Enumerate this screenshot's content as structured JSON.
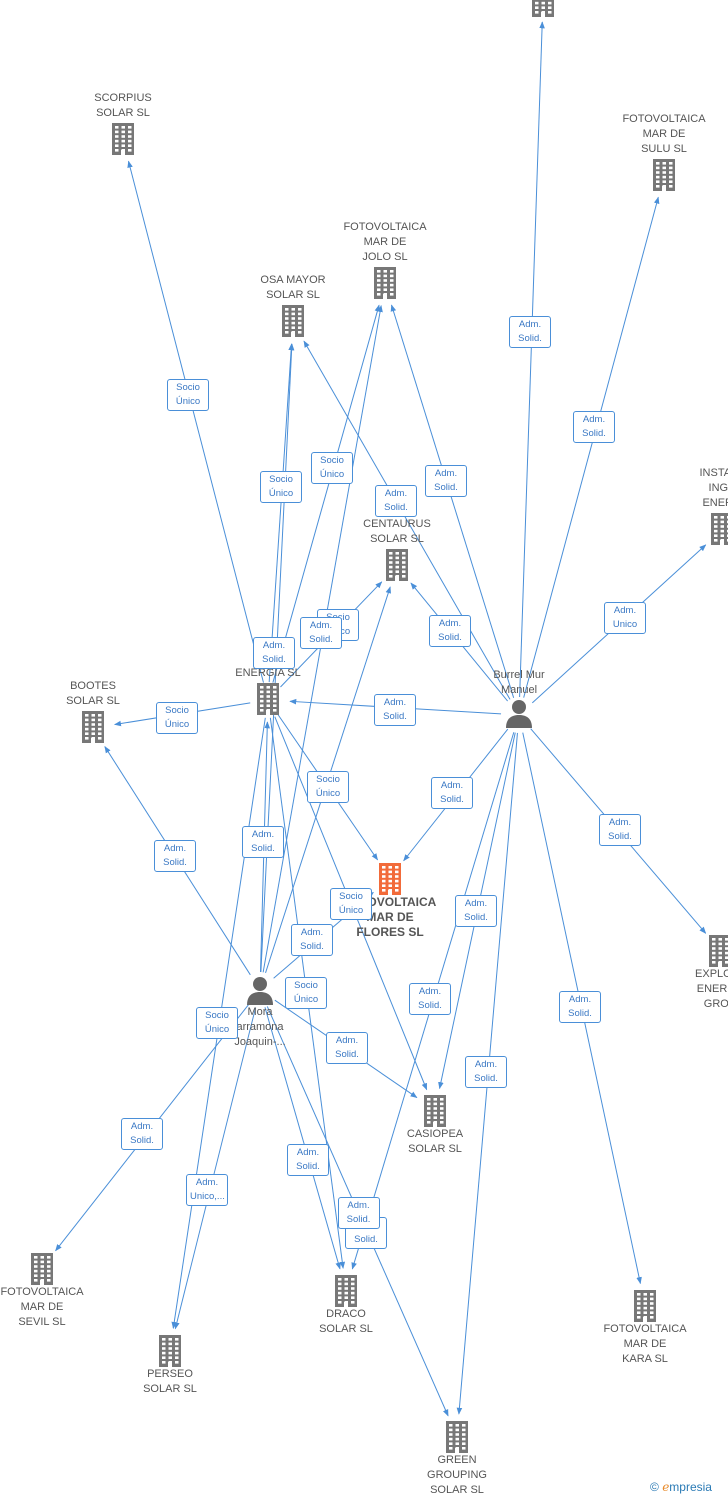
{
  "colors": {
    "edge": "#4a8fd8",
    "building": "#777777",
    "main_building": "#f26b3a",
    "person": "#666666"
  },
  "nodes": [
    {
      "id": "flores",
      "kind": "company",
      "main": true,
      "label": "FOTOVOLTAICA\nMAR DE\nFLORES  SL"
    },
    {
      "id": "scorpius",
      "kind": "company",
      "label": "SCORPIUS\nSOLAR  SL"
    },
    {
      "id": "sulu",
      "kind": "company",
      "label": "FOTOVOLTAICA\nMAR DE\nSULU  SL"
    },
    {
      "id": "jolo",
      "kind": "company",
      "label": "FOTOVOLTAICA\nMAR DE\nJOLO  SL"
    },
    {
      "id": "osa",
      "kind": "company",
      "label": "OSA MAYOR\nSOLAR  SL"
    },
    {
      "id": "centaurus",
      "kind": "company",
      "label": "CENTAURUS\nSOLAR  SL"
    },
    {
      "id": "instala",
      "kind": "company",
      "label": "INSTALA\nINGE\nENERG"
    },
    {
      "id": "green_energia",
      "kind": "company",
      "label": "G\nGR\nENERGIA SL"
    },
    {
      "id": "bootes",
      "kind": "company",
      "label": "BOOTES\nSOLAR  SL"
    },
    {
      "id": "burrel",
      "kind": "person",
      "label": "Burrel Mur\nManuel"
    },
    {
      "id": "explota",
      "kind": "company",
      "label": "EXPLOTA\nENERGE\nGROS"
    },
    {
      "id": "mora",
      "kind": "person",
      "label": "Mora\narramona\nJoaquin-..."
    },
    {
      "id": "casiopea",
      "kind": "company",
      "label": "CASIOPEA\nSOLAR  SL"
    },
    {
      "id": "sevil",
      "kind": "company",
      "label": "FOTOVOLTAICA\nMAR DE\nSEVIL  SL"
    },
    {
      "id": "perseo",
      "kind": "company",
      "label": "PERSEO\nSOLAR  SL"
    },
    {
      "id": "draco",
      "kind": "company",
      "label": "DRACO\nSOLAR  SL"
    },
    {
      "id": "kara",
      "kind": "company",
      "label": "FOTOVOLTAICA\nMAR DE\nKARA  SL"
    },
    {
      "id": "green_grouping",
      "kind": "company",
      "label": "GREEN\nGROUPING\nSOLAR  SL"
    },
    {
      "id": "top",
      "kind": "company",
      "label": ""
    }
  ],
  "edges": [
    {
      "from": "burrel",
      "to": "top",
      "label": "Adm.\nSolid."
    },
    {
      "from": "burrel",
      "to": "sulu",
      "label": "Adm.\nSolid."
    },
    {
      "from": "burrel",
      "to": "instala",
      "label": "Adm.\nUnico"
    },
    {
      "from": "burrel",
      "to": "jolo",
      "label": "Adm.\nSolid."
    },
    {
      "from": "burrel",
      "to": "osa",
      "label": "Adm.\nSolid."
    },
    {
      "from": "burrel",
      "to": "centaurus",
      "label": "Adm.\nSolid."
    },
    {
      "from": "burrel",
      "to": "green_energia",
      "label": "Adm.\nSolid."
    },
    {
      "from": "burrel",
      "to": "flores",
      "label": "Adm.\nSolid."
    },
    {
      "from": "burrel",
      "to": "explota",
      "label": "Adm.\nSolid."
    },
    {
      "from": "burrel",
      "to": "casiopea",
      "label": "Adm.\nSolid."
    },
    {
      "from": "burrel",
      "to": "draco",
      "label": "Adm.\nSolid."
    },
    {
      "from": "burrel",
      "to": "green_grouping",
      "label": "Adm.\nSolid."
    },
    {
      "from": "burrel",
      "to": "kara",
      "label": "Adm.\nSolid."
    },
    {
      "from": "green_energia",
      "to": "scorpius",
      "label": "Socio\nÚnico"
    },
    {
      "from": "green_energia",
      "to": "osa",
      "label": "Socio\nÚnico"
    },
    {
      "from": "green_energia",
      "to": "jolo",
      "label": "Socio\nÚnico"
    },
    {
      "from": "green_energia",
      "to": "centaurus",
      "label": "Socio\nÚnico"
    },
    {
      "from": "green_energia",
      "to": "bootes",
      "label": "Socio\nÚnico"
    },
    {
      "from": "green_energia",
      "to": "flores",
      "label": "Socio\nÚnico"
    },
    {
      "from": "green_energia",
      "to": "casiopea",
      "label": "Socio\nÚnico"
    },
    {
      "from": "green_energia",
      "to": "draco",
      "label": "Socio\nÚnico"
    },
    {
      "from": "green_energia",
      "to": "perseo",
      "label": "Socio\nÚnico"
    },
    {
      "from": "mora",
      "to": "bootes",
      "label": "Adm.\nSolid."
    },
    {
      "from": "mora",
      "to": "green_energia",
      "label": "Adm.\nSolid."
    },
    {
      "from": "mora",
      "to": "jolo",
      "label": "Adm.\nSolid."
    },
    {
      "from": "mora",
      "to": "osa",
      "label": "Adm.\nSolid."
    },
    {
      "from": "mora",
      "to": "centaurus",
      "label": "Adm.\nSolid."
    },
    {
      "from": "mora",
      "to": "flores",
      "label": "Adm.\nSolid."
    },
    {
      "from": "mora",
      "to": "casiopea",
      "label": "Adm.\nSolid."
    },
    {
      "from": "mora",
      "to": "sevil",
      "label": "Adm.\nUnico,..."
    },
    {
      "from": "mora",
      "to": "perseo",
      "label": "Adm.\nSolid."
    },
    {
      "from": "mora",
      "to": "draco",
      "label": "Adm.\nSolid."
    },
    {
      "from": "mora",
      "to": "green_grouping",
      "label": "Adm.\nSolid."
    }
  ],
  "copyright": {
    "symbol": "©",
    "brand_first": "e",
    "brand_rest": "mpresia"
  }
}
